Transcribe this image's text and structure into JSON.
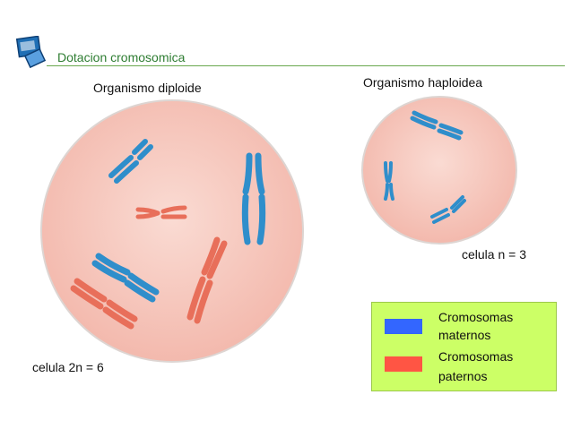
{
  "header": {
    "title": "Dotacion cromosomica"
  },
  "diploid": {
    "heading": "Organismo diploide",
    "cell_label": "celula 2n = 6"
  },
  "haploid": {
    "heading": "Organismo haploidea",
    "cell_label": "celula n = 3"
  },
  "legend": {
    "maternal_line1": "Cromosomas",
    "maternal_line2": "maternos",
    "paternal_line1": "Cromosomas",
    "paternal_line2": "paternos",
    "maternal_color": "#3366ff",
    "paternal_color": "#ff5544"
  },
  "colors": {
    "cell_fill": "#f6c9bf",
    "cell_border": "#ddd5d2",
    "maternal_chromosome": "#2f8ecb",
    "paternal_chromosome": "#e86f5a"
  }
}
